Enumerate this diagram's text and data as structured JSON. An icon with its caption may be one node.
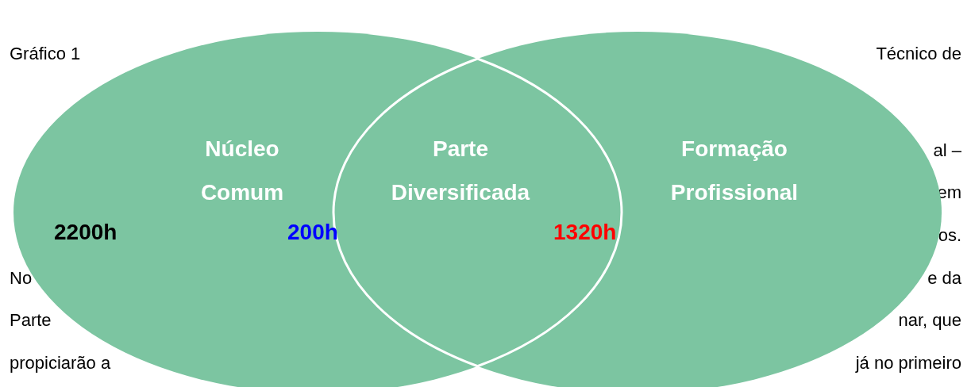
{
  "diagram": {
    "nodes": [
      {
        "text": [
          "Núcleo Comum"
        ]
      },
      {
        "text": [
          "Formação Profissional"
        ]
      },
      {
        "text": [
          "Parte Diversificada"
        ]
      }
    ],
    "labels": [
      "Gráfico 1",
      "Técnico de",
      "al –",
      "em",
      "2200h",
      "200h",
      "1320h",
      "os.",
      "No",
      "e da",
      "Parte",
      "nar, que",
      "propiciarão a",
      "já no primeiro"
    ]
  }
}
